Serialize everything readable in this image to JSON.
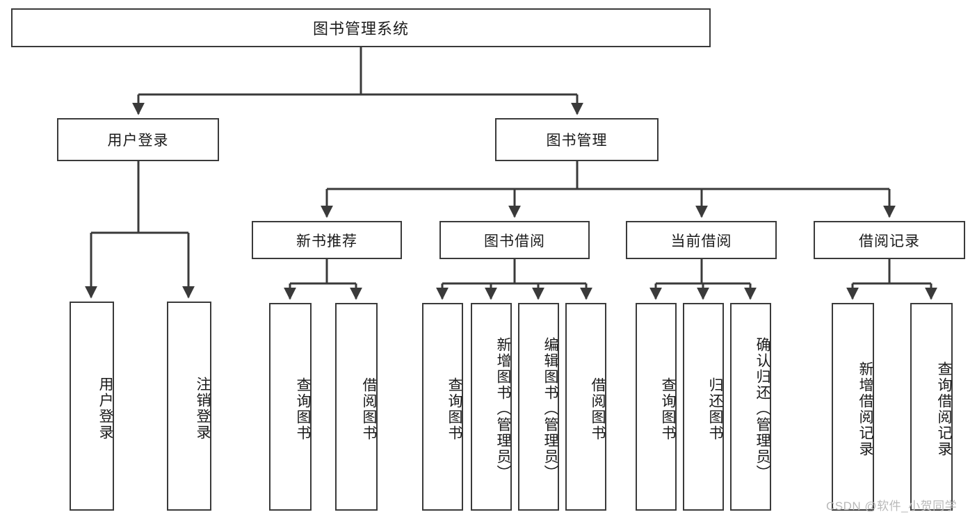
{
  "diagram": {
    "type": "tree",
    "title": "图书管理系统",
    "orientation": "top-down",
    "root": {
      "label": "图书管理系统"
    },
    "level2": [
      {
        "label": "用户登录"
      },
      {
        "label": "图书管理"
      }
    ],
    "level3": [
      {
        "label": "新书推荐"
      },
      {
        "label": "图书借阅"
      },
      {
        "label": "当前借阅"
      },
      {
        "label": "借阅记录"
      }
    ],
    "leaves": {
      "user_login": [
        {
          "label": "用户登录"
        },
        {
          "label": "注销登录"
        }
      ],
      "new_book": [
        {
          "label": "查询图书"
        },
        {
          "label": "借阅图书"
        }
      ],
      "book_borrow": [
        {
          "label": "查询图书"
        },
        {
          "label": "新增图书（管理员）"
        },
        {
          "label": "编辑图书（管理员）"
        },
        {
          "label": "借阅图书"
        }
      ],
      "current_borrow": [
        {
          "label": "查询图书"
        },
        {
          "label": "归还图书"
        },
        {
          "label": "确认归还（管理员）"
        }
      ],
      "borrow_record": [
        {
          "label": "新增借阅记录"
        },
        {
          "label": "查询借阅记录"
        }
      ]
    }
  },
  "watermark": {
    "text": "CSDN @软件_小贺同学"
  },
  "colors": {
    "border": "#3a3a3a",
    "text": "#1a1a1a",
    "background": "#ffffff",
    "watermark": "#b9b9b9"
  }
}
